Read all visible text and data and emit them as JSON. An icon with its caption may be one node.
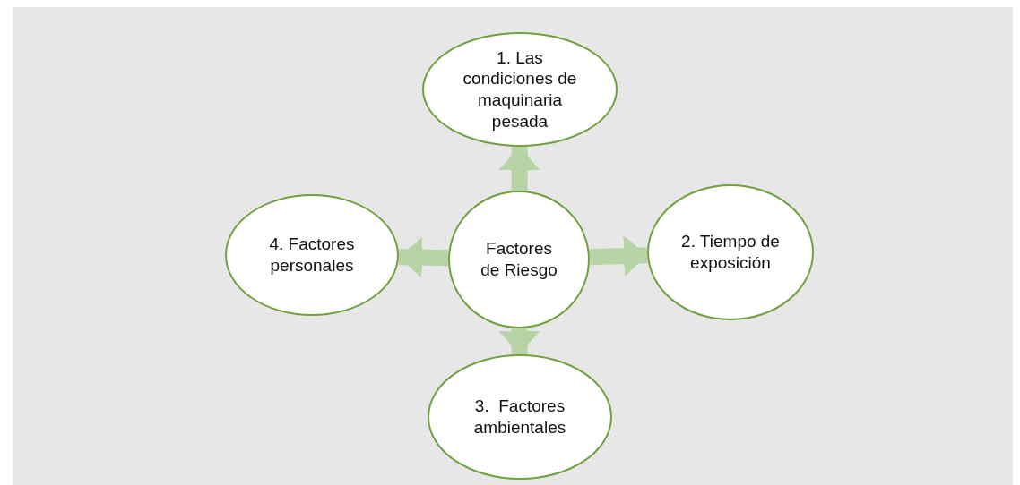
{
  "diagram": {
    "nodes": [
      {
        "text": [
          "1. Las condiciones de maquinaria pesada"
        ]
      },
      {
        "text": [
          "4. Factores personales"
        ]
      },
      {
        "text": [
          "Factores de Riesgo"
        ]
      },
      {
        "text": [
          "2. Tiempo de exposición"
        ]
      },
      {
        "text": [
          "3.  Factores ambientales"
        ]
      }
    ],
    "edges": [
      {
        "from": 2,
        "to": 0,
        "arrow": "to"
      },
      {
        "from": 2,
        "to": 3,
        "arrow": "to"
      },
      {
        "from": 2,
        "to": 4,
        "arrow": "to"
      },
      {
        "from": 2,
        "to": 1,
        "arrow": "to"
      }
    ]
  }
}
